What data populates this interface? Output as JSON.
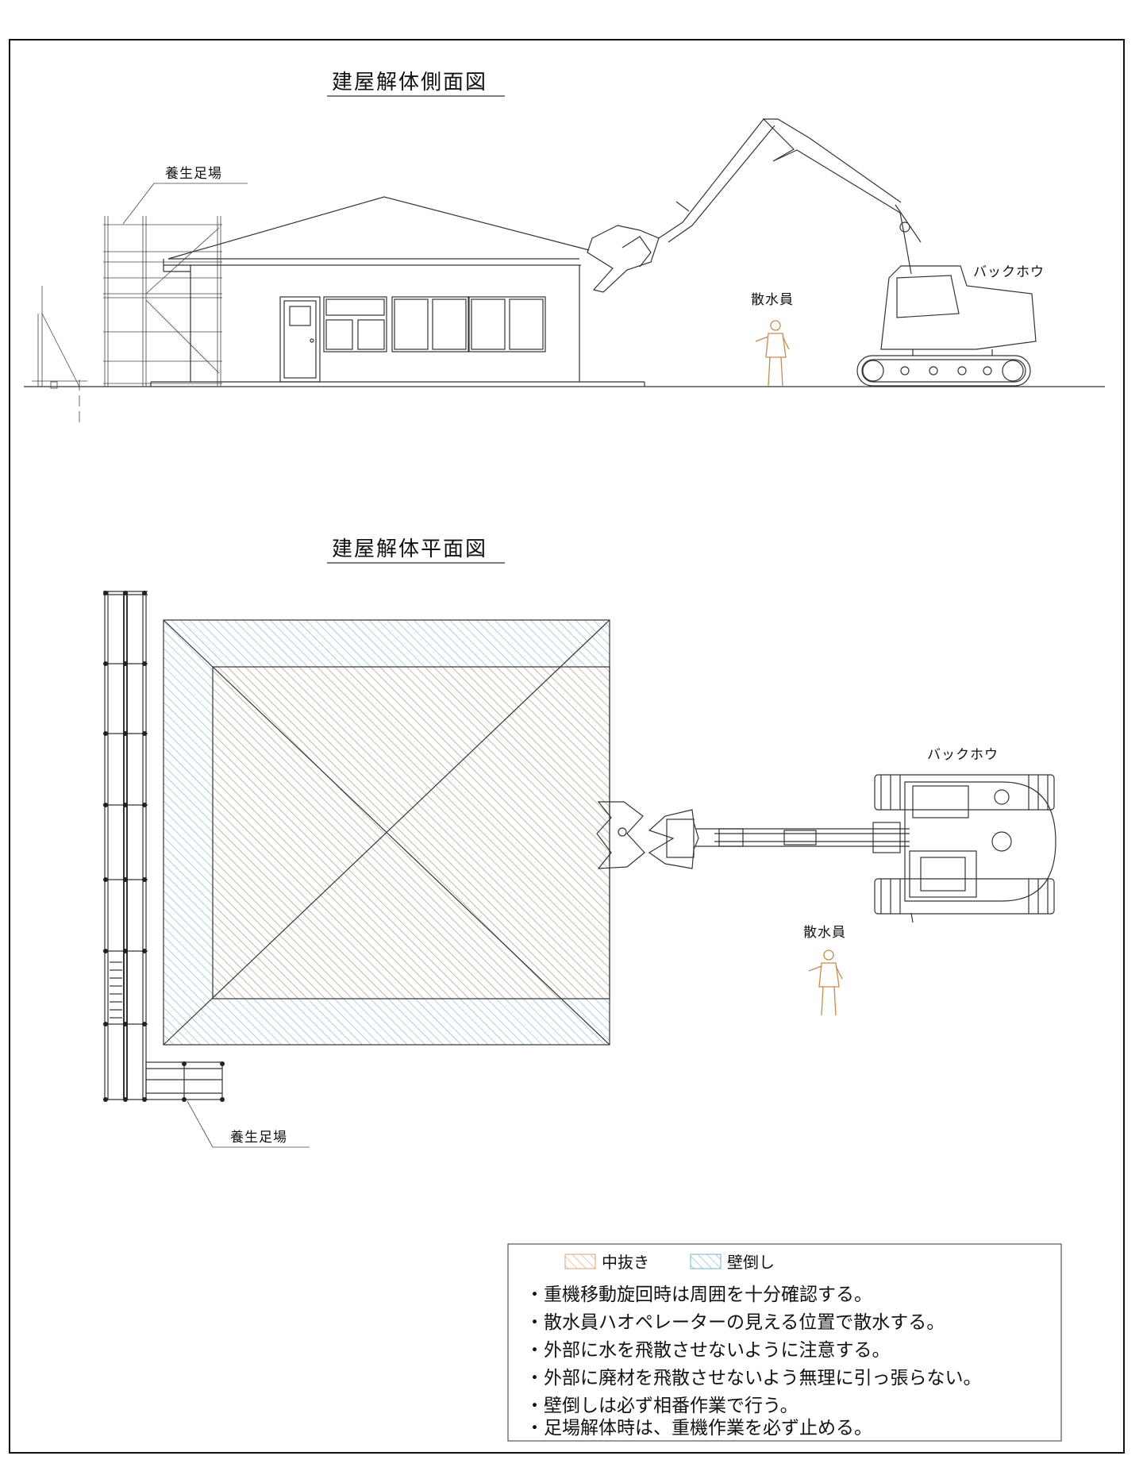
{
  "side_view": {
    "title": "建屋解体側面図",
    "scaffold_label": "養生足場",
    "backhoe_label": "バックホウ",
    "worker_label": "散水員"
  },
  "plan_view": {
    "title": "建屋解体平面図",
    "scaffold_label": "養生足場",
    "backhoe_label": "バックホウ",
    "worker_label": "散水員"
  },
  "legend": {
    "items": [
      {
        "label": "中抜き",
        "color": "#d8a27a"
      },
      {
        "label": "壁倒し",
        "color": "#6fb6c9"
      }
    ],
    "notes": [
      "・重機移動旋回時は周囲を十分確認する。",
      "・散水員ハオペレーターの見える位置で散水する。",
      "・外部に水を飛散させないように注意する。",
      "・外部に廃材を飛散させないよう無理に引っ張らない。",
      "・壁倒しは必ず相番作業で行う。",
      "・足場解体時は、重機作業を必ず止める。"
    ]
  }
}
